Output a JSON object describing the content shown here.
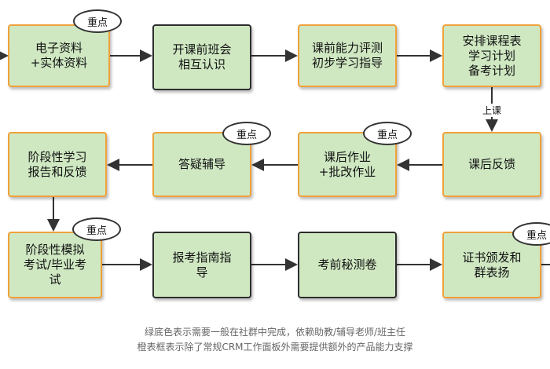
{
  "boxes": [
    {
      "id": "b1",
      "text": "电子资料\n+实体资料",
      "style": "orange"
    },
    {
      "id": "b2",
      "text": "开课前班会\n相互认识",
      "style": "dark"
    },
    {
      "id": "b3",
      "text": "课前能力评测\n初步学习指导",
      "style": "orange"
    },
    {
      "id": "b4",
      "text": "安排课程表\n学习计划\n备考计划",
      "style": "orange"
    },
    {
      "id": "b5",
      "text": "课后反馈",
      "style": "orange"
    },
    {
      "id": "b6",
      "text": "课后作业\n+批改作业",
      "style": "orange"
    },
    {
      "id": "b7",
      "text": "答疑辅导",
      "style": "orange"
    },
    {
      "id": "b8",
      "text": "阶段性学习\n报告和反馈",
      "style": "orange"
    },
    {
      "id": "b9",
      "text": "阶段性模拟\n考试/毕业考\n试",
      "style": "orange"
    },
    {
      "id": "b10",
      "text": "报考指南指\n导",
      "style": "dark"
    },
    {
      "id": "b11",
      "text": "考前秘测卷",
      "style": "dark"
    },
    {
      "id": "b12",
      "text": "证书颁发和\n群表扬",
      "style": "orange"
    }
  ],
  "badges": {
    "b1": "重点",
    "b6": "重点",
    "b7": "重点",
    "b9": "重点",
    "b12": "重点"
  },
  "connector_label": "上课",
  "legend": [
    "绿底色表示需要一般在社群中完成，依赖助教/辅导老师/班主任",
    "橙表框表示除了常规CRM工作面板外需要提供额外的产品能力支撑"
  ],
  "colors": {
    "fill": "#cfe8c2",
    "orange_border": "#f0a13a",
    "dark_border": "#2d2d2d",
    "arrow": "#333333"
  }
}
